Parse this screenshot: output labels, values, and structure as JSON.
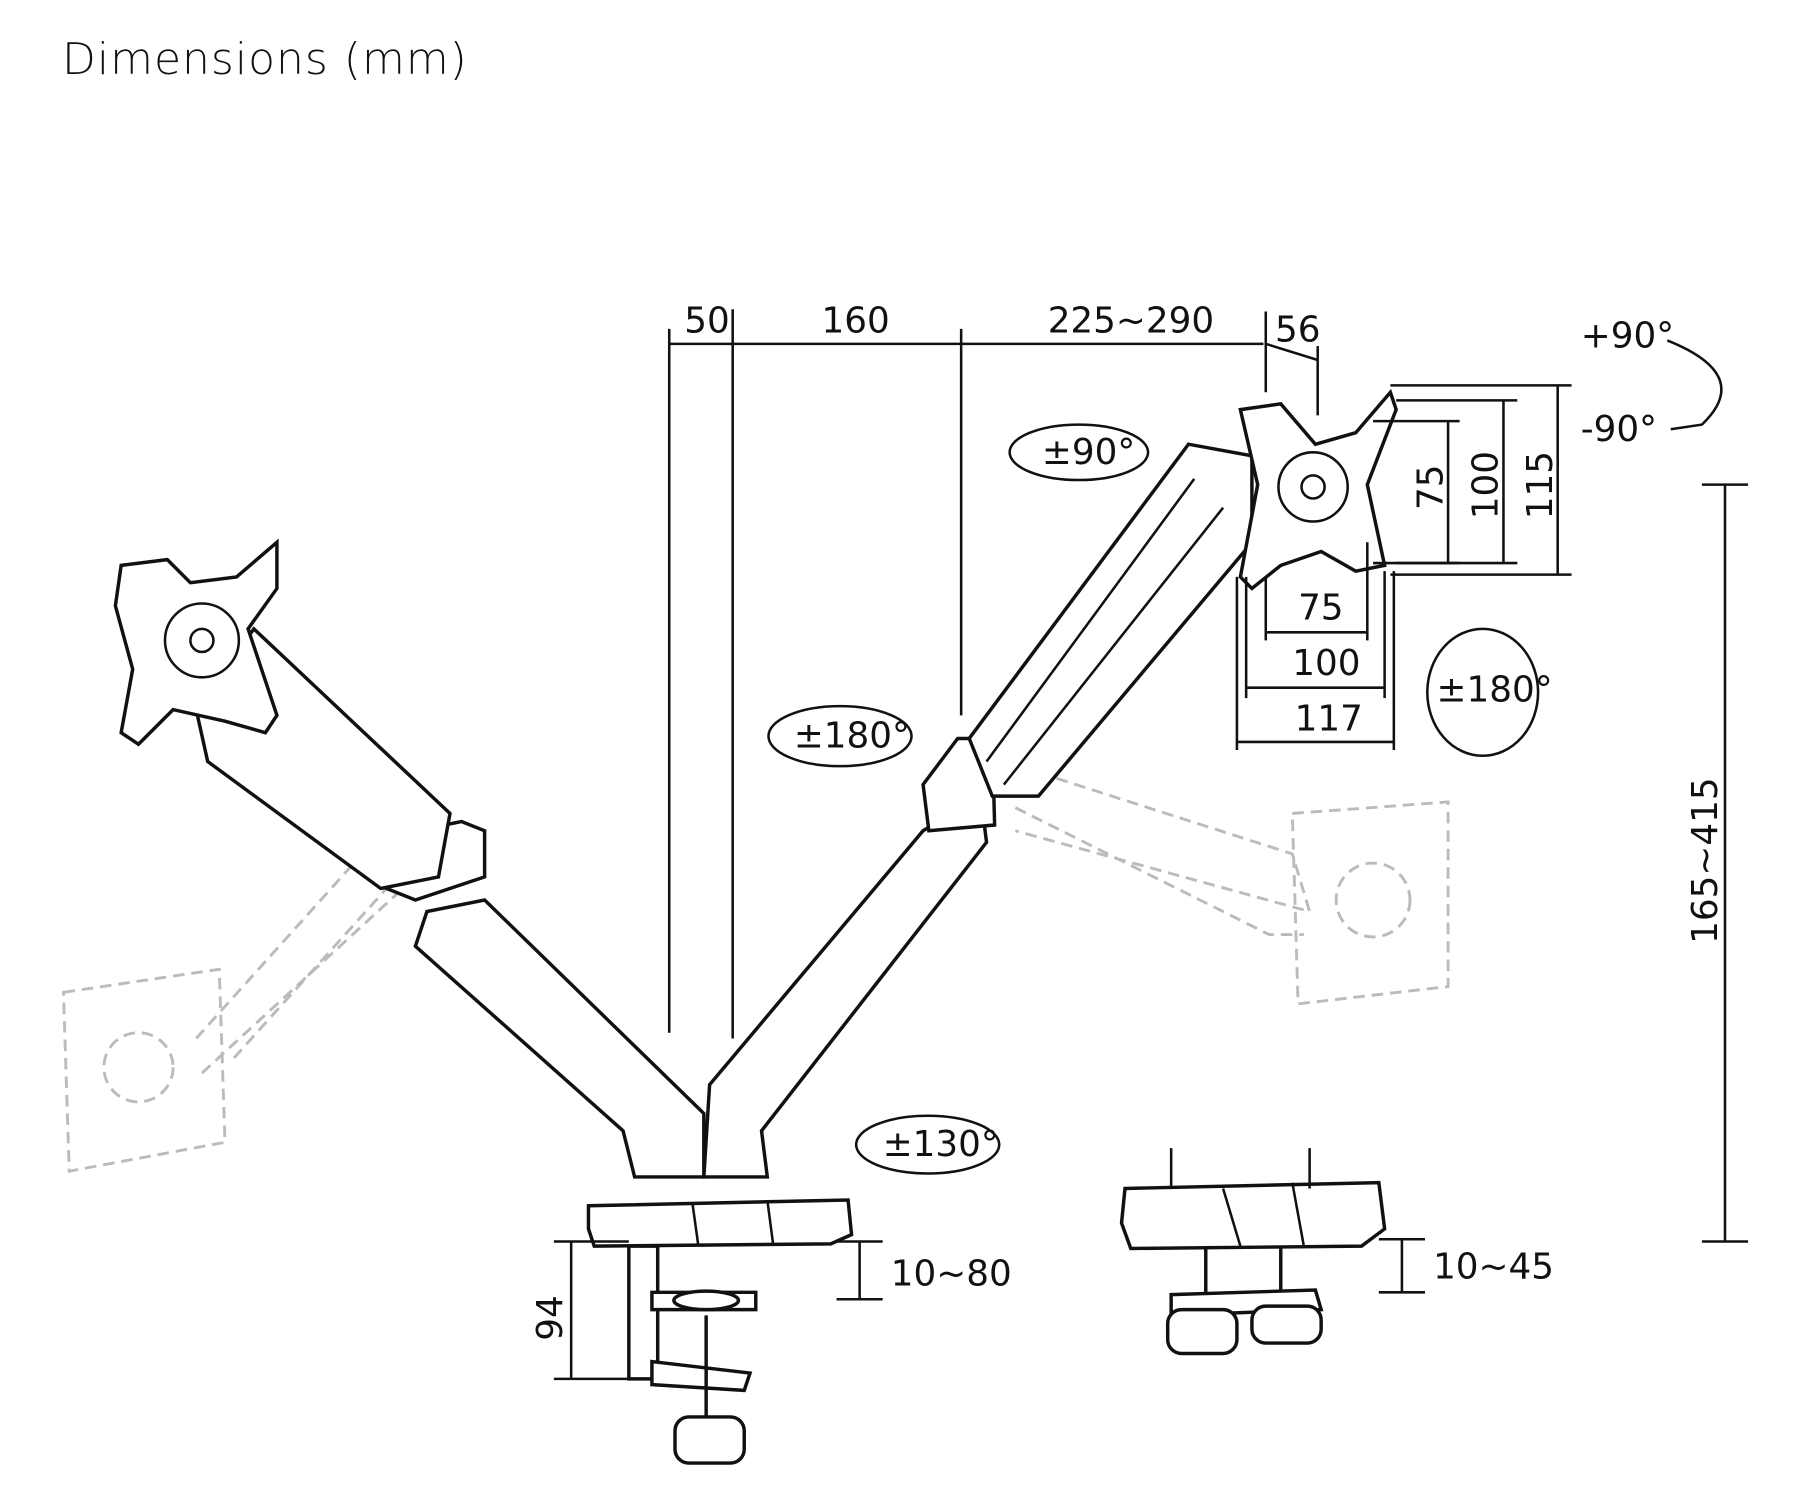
{
  "title": "Dimensions (mm)",
  "dimensions": {
    "offset_50": "50",
    "arm_160": "160",
    "arm_225_290": "225~290",
    "depth_56": "56",
    "vesa_h_75": "75",
    "vesa_h_100": "100",
    "plate_h_115": "115",
    "vesa_w_75": "75",
    "vesa_w_100": "100",
    "plate_w_117": "117",
    "height_range": "165~415",
    "clamp_94": "94",
    "clamp_range": "10~80",
    "grommet_range": "10~45"
  },
  "rotations": {
    "tilt_plus": "+90°",
    "tilt_minus": "-90°",
    "rotate_180_plate": "±180°",
    "swivel_90": "±90°",
    "swivel_180": "±180°",
    "swivel_130": "±130°"
  }
}
